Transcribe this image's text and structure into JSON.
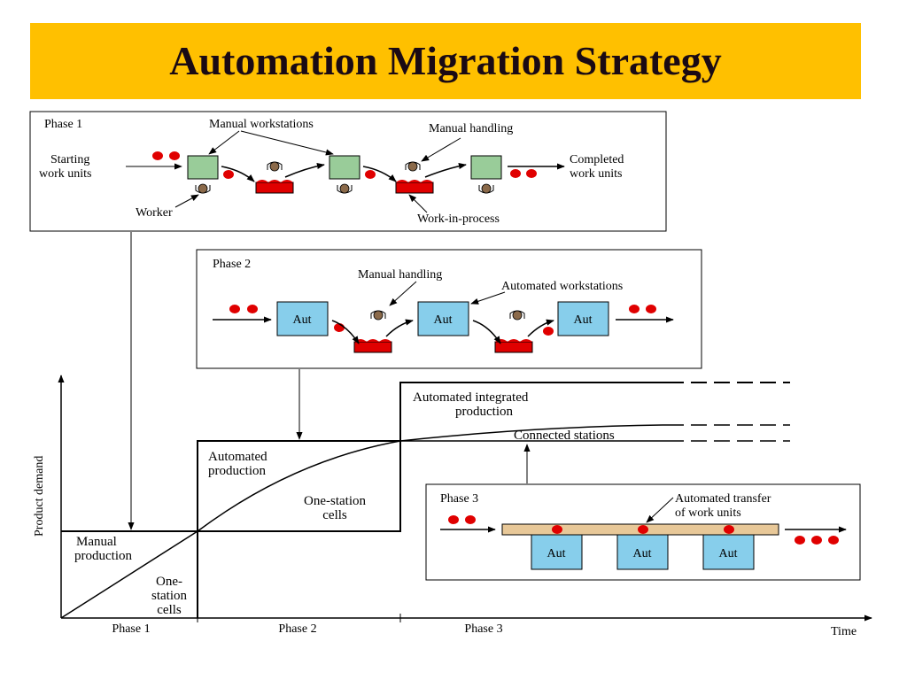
{
  "title": "Automation Migration Strategy",
  "colors": {
    "title_bg": "#FFC000",
    "manual_station": "#99CC99",
    "automated_station": "#87CEEB",
    "work_unit": "#E00000",
    "transfer_rail": "#E8C898",
    "worker": "#8B6A4A"
  },
  "phase1": {
    "label": "Phase 1",
    "manual_workstations": "Manual workstations",
    "manual_handling": "Manual handling",
    "starting_1": "Starting",
    "starting_2": "work units",
    "completed_1": "Completed",
    "completed_2": "work units",
    "worker": "Worker",
    "wip": "Work-in-process"
  },
  "phase2": {
    "label": "Phase 2",
    "manual_handling": "Manual handling",
    "automated_workstations": "Automated workstations",
    "stations": [
      "Aut",
      "Aut",
      "Aut"
    ]
  },
  "phase3": {
    "label": "Phase 3",
    "transfer_1": "Automated transfer",
    "transfer_2": "of work units",
    "stations": [
      "Aut",
      "Aut",
      "Aut"
    ]
  },
  "chart": {
    "ylabel": "Product demand",
    "xlabel": "Time",
    "x_phases": [
      "Phase 1",
      "Phase 2",
      "Phase 3"
    ],
    "manual_1": "Manual",
    "manual_2": "production",
    "one_station_1": "One-",
    "one_station_2": "station",
    "one_station_3": "cells",
    "automated_1": "Automated",
    "automated_2": "production",
    "cells2_1": "One-station",
    "cells2_2": "cells",
    "integrated_1": "Automated integrated",
    "integrated_2": "production",
    "connected": "Connected stations"
  }
}
